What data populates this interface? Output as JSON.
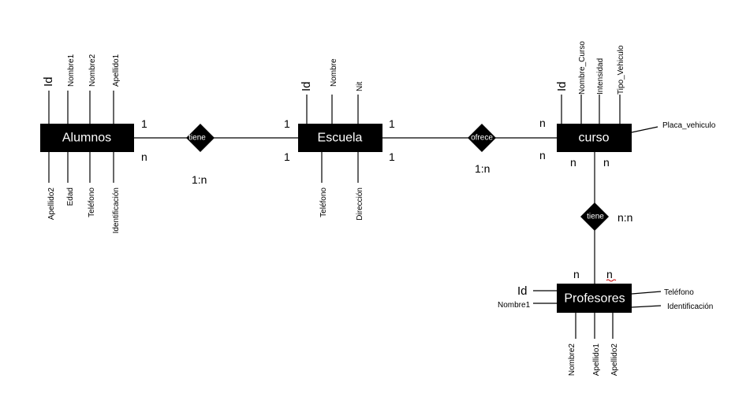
{
  "entities": {
    "alumnos": "Alumnos",
    "escuela": "Escuela",
    "curso": "curso",
    "profesores": "Profesores"
  },
  "relationships": {
    "alumnos_escuela": "tiene",
    "escuela_curso": "ofrece",
    "curso_profesores": "tiene"
  },
  "attributes": {
    "alumnos_top": [
      "Id",
      "Nombre1",
      "Nombre2",
      "Apellido1"
    ],
    "alumnos_bottom": [
      "Apellido2",
      "Edad",
      "Teléfono",
      "Identificación"
    ],
    "escuela_top": [
      "Id",
      "Nombre",
      "Nit"
    ],
    "escuela_bottom": [
      "Teléfono",
      "Dirección"
    ],
    "curso_top": [
      "Id",
      "Nombre_Curso",
      "Intensidad",
      "Tipo_Vehiculo"
    ],
    "curso_right": "Placa_vehiculo",
    "profesores_left": [
      "Id",
      "Nombre1"
    ],
    "profesores_right": [
      "Teléfono",
      "Identificación"
    ],
    "profesores_bottom": [
      "Nombre2",
      "Apellido1",
      "Apellido2"
    ]
  },
  "cardinalities": {
    "alumnos_top": "1",
    "alumnos_bottom": "n",
    "escuela_left_top": "1",
    "escuela_left_bottom": "1",
    "escuela_right_top": "1",
    "escuela_right_bottom": "1",
    "curso_left_top": "n",
    "curso_left_bottom": "n",
    "curso_below_left": "n",
    "curso_below_right": "n",
    "profesores_above_left": "n",
    "profesores_above_right": "n"
  },
  "ratios": {
    "alumnos_escuela": "1:n",
    "escuela_curso": "1:n",
    "curso_profesores": "n:n"
  }
}
